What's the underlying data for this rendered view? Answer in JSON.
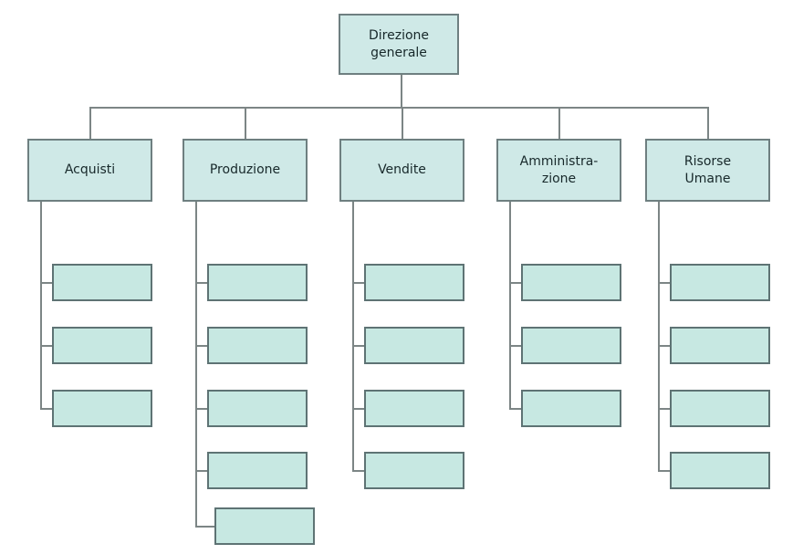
{
  "diagram": {
    "type": "org-chart",
    "root": {
      "id": "direzione-generale",
      "label": "Direzione\ngenerale"
    },
    "departments": [
      {
        "id": "acquisti",
        "label": "Acquisti",
        "children": [
          "",
          "",
          ""
        ]
      },
      {
        "id": "produzione",
        "label": "Produzione",
        "children": [
          "",
          "",
          "",
          "",
          ""
        ]
      },
      {
        "id": "vendite",
        "label": "Vendite",
        "children": [
          "",
          "",
          "",
          ""
        ]
      },
      {
        "id": "amministrazione",
        "label": "Amministra-\nzione",
        "children": [
          "",
          "",
          ""
        ]
      },
      {
        "id": "risorse-umane",
        "label": "Risorse\nUmane",
        "children": [
          "",
          "",
          "",
          ""
        ]
      }
    ],
    "colors": {
      "background": "#ffffff",
      "box_fill": "#cfe9e7",
      "box_border": "#6e7f80",
      "child_fill": "#c7e8e2",
      "child_border": "#5e7374",
      "connector": "#7c8585",
      "text": "#17282a"
    }
  }
}
